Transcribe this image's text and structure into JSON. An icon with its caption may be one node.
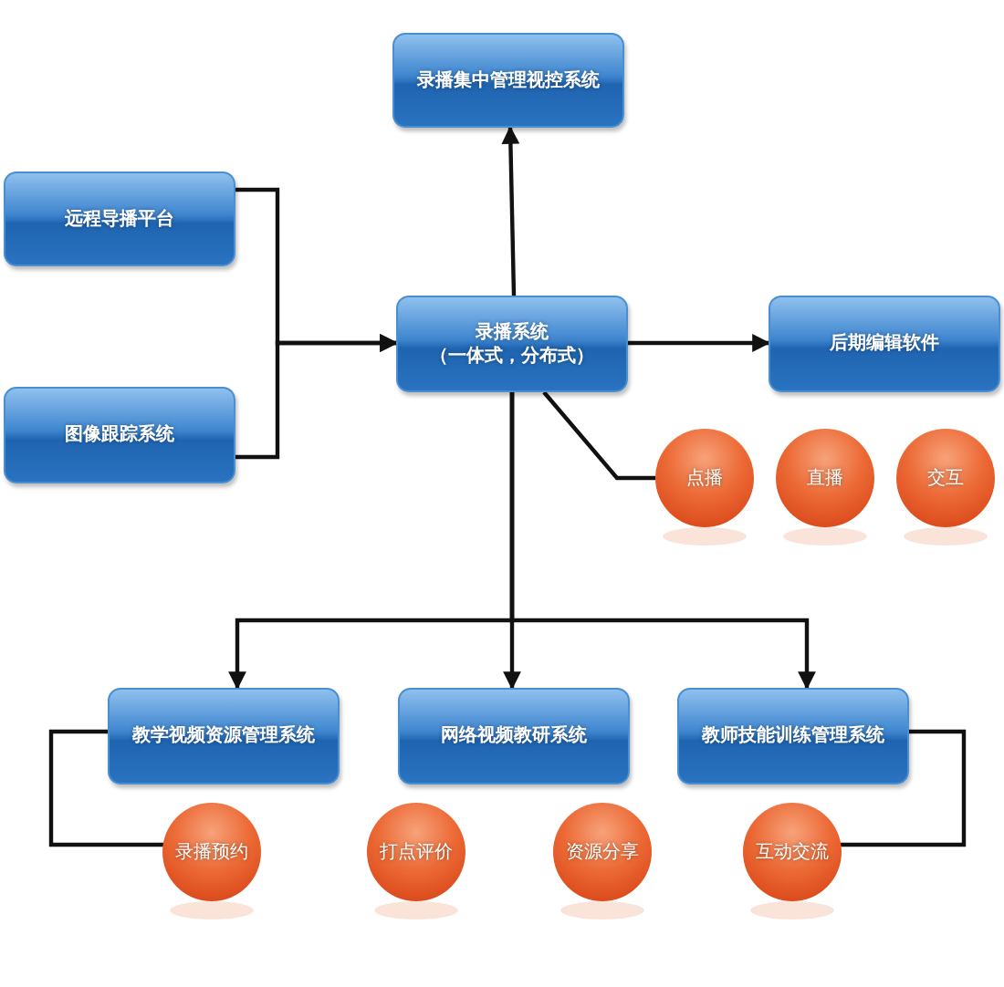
{
  "diagram": {
    "nodes": [
      {
        "text": [
          "录播集中管理视控系统"
        ]
      },
      {
        "text": [
          "远程导播平台"
        ]
      },
      {
        "text": [
          "图像跟踪系统"
        ]
      },
      {
        "text": [
          "录播系统",
          "（一体式，分布式）"
        ]
      },
      {
        "text": [
          "后期编辑软件"
        ]
      },
      {
        "text": [
          "点播"
        ]
      },
      {
        "text": [
          "直播"
        ]
      },
      {
        "text": [
          "交互"
        ]
      },
      {
        "text": [
          "教学视频资源管理系统"
        ]
      },
      {
        "text": [
          "网络视频教研系统"
        ]
      },
      {
        "text": [
          "教师技能训练管理系统"
        ]
      },
      {
        "text": [
          "录播预约"
        ]
      },
      {
        "text": [
          "打点评价"
        ]
      },
      {
        "text": [
          "资源分享"
        ]
      },
      {
        "text": [
          "互动交流"
        ]
      }
    ],
    "edges": [
      {
        "from": 3,
        "to": 0,
        "arrow": "to"
      },
      {
        "from": 1,
        "to": 3,
        "arrow": "to"
      },
      {
        "from": 2,
        "to": 3,
        "arrow": "to"
      },
      {
        "from": 3,
        "to": 4,
        "arrow": "to"
      },
      {
        "from": 3,
        "to": 5,
        "arrow": "none"
      },
      {
        "from": 3,
        "to": 8,
        "arrow": "to"
      },
      {
        "from": 3,
        "to": 9,
        "arrow": "to"
      },
      {
        "from": 3,
        "to": 10,
        "arrow": "to"
      },
      {
        "from": 8,
        "to": 11,
        "arrow": "none"
      },
      {
        "from": 10,
        "to": 14,
        "arrow": "none"
      }
    ]
  }
}
